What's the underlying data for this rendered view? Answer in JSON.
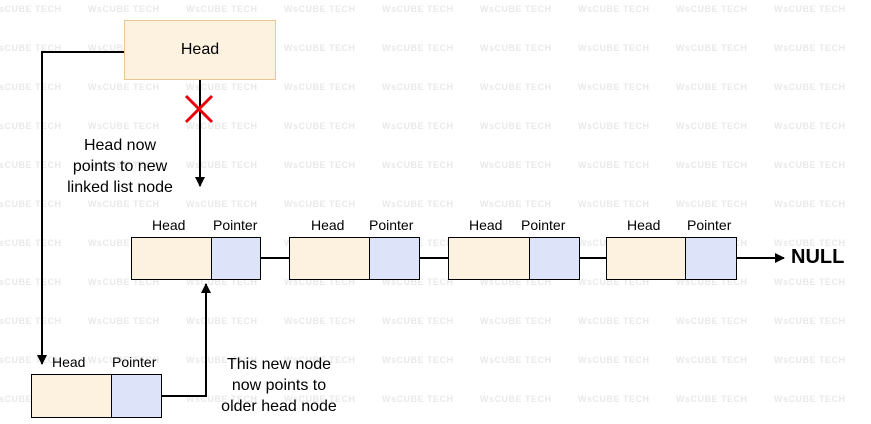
{
  "head_box": {
    "label": "Head"
  },
  "annotations": {
    "head_now_points": [
      "Head now",
      "points to new",
      "linked list node"
    ],
    "new_node_points": [
      "This new node",
      "now points to",
      "older head node"
    ]
  },
  "list_nodes": [
    {
      "data_label": "Head",
      "pointer_label": "Pointer"
    },
    {
      "data_label": "Head",
      "pointer_label": "Pointer"
    },
    {
      "data_label": "Head",
      "pointer_label": "Pointer"
    },
    {
      "data_label": "Head",
      "pointer_label": "Pointer"
    }
  ],
  "new_node": {
    "data_label": "Head",
    "pointer_label": "Pointer"
  },
  "terminal": "NULL",
  "watermark": "WsCUBE TECH",
  "colors": {
    "node_data_fill": "#fdf1e0",
    "node_pointer_fill": "#dde3f9",
    "head_box_border": "#e8c892",
    "cross_mark": "#e8000b"
  },
  "icons": {
    "removed_link": "cross-icon"
  }
}
